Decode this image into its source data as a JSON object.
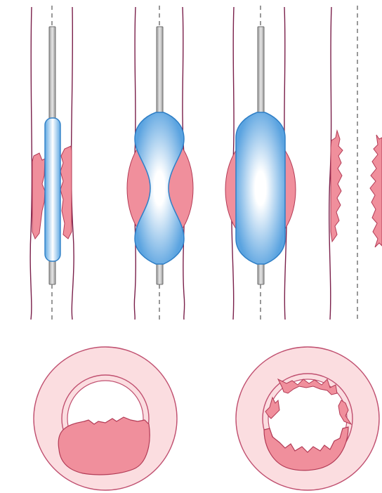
{
  "figure": {
    "kind": "angioplasty-balloon-stages",
    "panels": [
      {
        "id": "stage-1",
        "state": "deflated-balloon-in-stenosis"
      },
      {
        "id": "stage-2",
        "state": "partially-inflated-balloon"
      },
      {
        "id": "stage-3",
        "state": "fully-inflated-balloon"
      },
      {
        "id": "stage-4",
        "state": "after-dilation-fractured-plaque"
      }
    ],
    "cross_sections": [
      {
        "id": "before",
        "state": "eccentric-plaque"
      },
      {
        "id": "after",
        "state": "fractured-plaque"
      }
    ]
  },
  "colors": {
    "vessel_wall": "#7a1f4a",
    "plaque_fill": "#f08f9c",
    "plaque_stroke": "#b23a55",
    "balloon_core": "#ffffff",
    "balloon_edge": "#5fa8e3",
    "balloon_stroke": "#2f7fc6",
    "catheter": "#c8c8c8",
    "catheter_stroke": "#6e6e6e",
    "guidewire": "#555555",
    "outer_ring_fill": "#fbdde0",
    "outer_ring_stroke": "#c05070"
  }
}
